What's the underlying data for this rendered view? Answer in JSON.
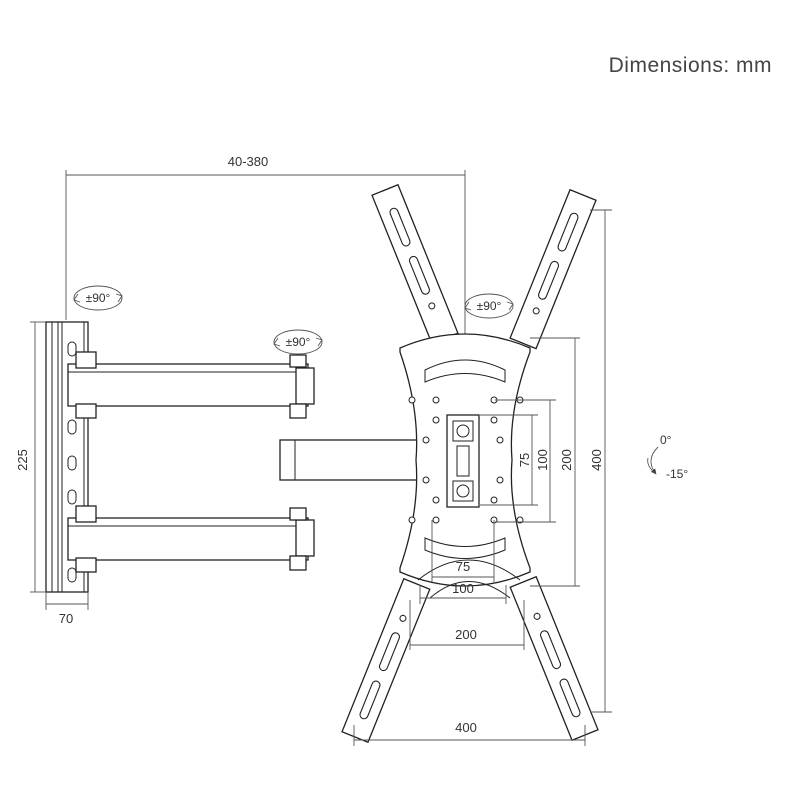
{
  "units_label": "Dimensions: mm",
  "dimensions": {
    "extension": "40-380",
    "wall_plate_height": "225",
    "wall_plate_width": "70",
    "inner_v_small": "75",
    "inner_v_mid": "100",
    "vertical_200": "200",
    "vertical_400": "400",
    "inner_h_small": "75",
    "inner_h_mid": "100",
    "horizontal_200": "200",
    "horizontal_400": "400"
  },
  "rotation": {
    "wall_pivot": "±90°",
    "arm_pivot": "±90°",
    "head_pivot": "±90°"
  },
  "tilt": {
    "upper": "0°",
    "lower": "-15°"
  },
  "icons": [
    "rotation-arrow-icon",
    "tilt-arrow-icon"
  ]
}
